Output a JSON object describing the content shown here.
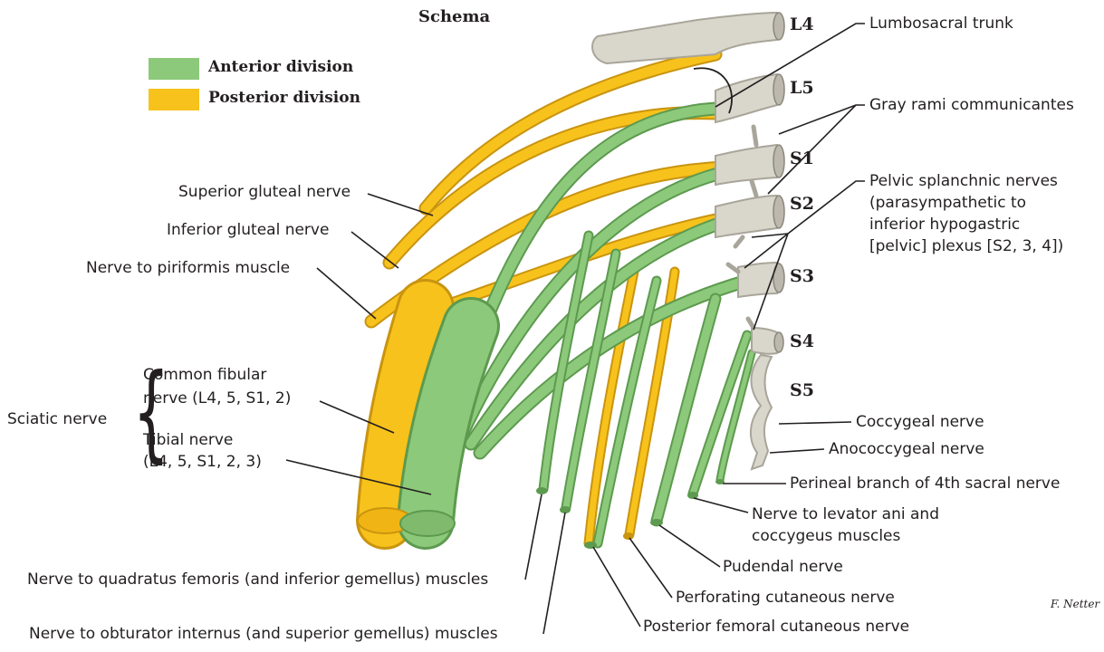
{
  "title": "Schema",
  "legend": {
    "anterior": {
      "label": "Anterior division",
      "color": "#8cc97a"
    },
    "posterior": {
      "label": "Posterior division",
      "color": "#f7c21b"
    }
  },
  "colors": {
    "anterior": "#8cc97a",
    "anterior_dark": "#5d9a4f",
    "posterior": "#f7c21b",
    "posterior_dark": "#c99410",
    "root": "#d9d6cc",
    "root_dark": "#a9a59a",
    "leader": "#231f20"
  },
  "roots": [
    "L4",
    "L5",
    "S1",
    "S2",
    "S3",
    "S4",
    "S5"
  ],
  "labels": {
    "lumbosacral_trunk": "Lumbosacral trunk",
    "gray_rami": "Gray rami communicantes",
    "pelvic_splanchnic": [
      "Pelvic splanchnic nerves",
      "(parasympathetic to",
      "inferior hypogastric",
      "[pelvic] plexus [S2, 3, 4])"
    ],
    "superior_gluteal": "Superior gluteal nerve",
    "inferior_gluteal": "Inferior gluteal nerve",
    "nerve_piriformis": "Nerve to piriformis muscle",
    "sciatic": "Sciatic nerve",
    "common_fibular": [
      "Common fibular",
      "nerve (L4, 5, S1, 2)"
    ],
    "tibial": [
      "Tibial nerve",
      "(L4, 5, S1, 2, 3)"
    ],
    "coccygeal": "Coccygeal nerve",
    "anococcygeal": "Anococcygeal nerve",
    "perineal_branch": "Perineal branch of 4th sacral nerve",
    "levator_ani": [
      "Nerve to levator ani and",
      "coccygeus muscles"
    ],
    "pudendal": "Pudendal nerve",
    "perforating_cutaneous": "Perforating cutaneous nerve",
    "posterior_femoral": "Posterior femoral cutaneous nerve",
    "quadratus_femoris": "Nerve to quadratus femoris (and inferior gemellus) muscles",
    "obturator_internus": "Nerve to obturator internus (and superior gemellus) muscles"
  },
  "signature": "F. Netter"
}
